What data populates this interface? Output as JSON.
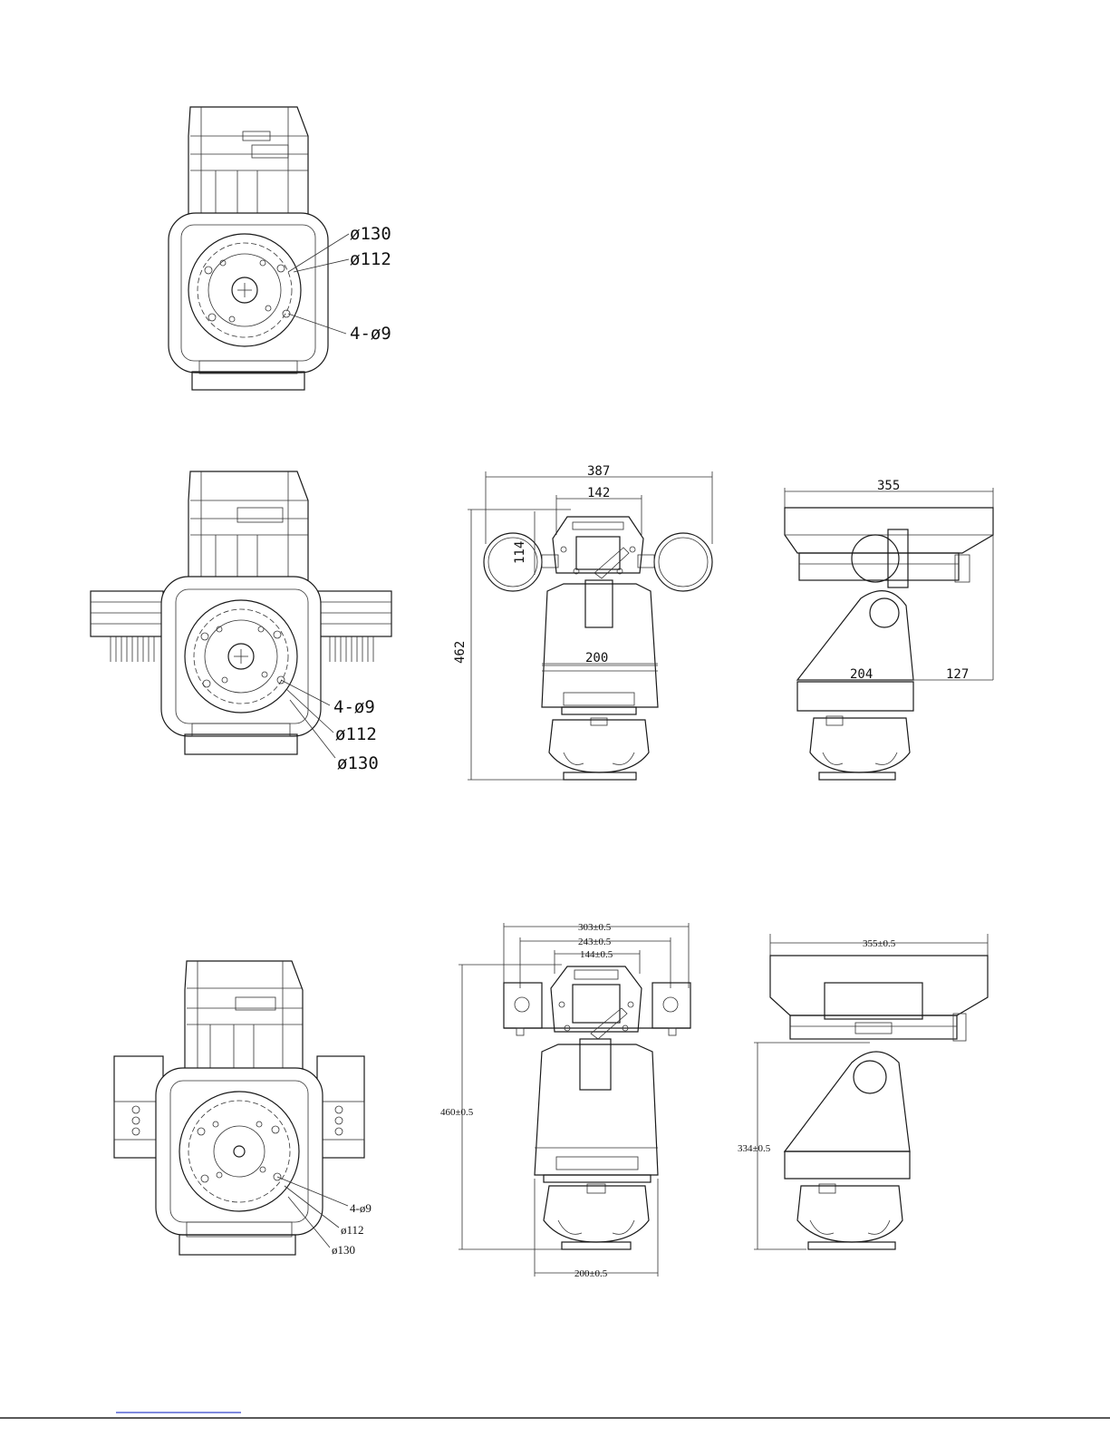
{
  "views": {
    "view1": {
      "d130": "ø130",
      "d112": "ø112",
      "holes": "4-ø9"
    },
    "view2": {
      "holes": "4-ø9",
      "d112": "ø112",
      "d130": "ø130"
    },
    "view3": {
      "width_total": "387",
      "width_housing": "142",
      "height_housing": "114",
      "width_body": "200",
      "height_total": "462"
    },
    "view4": {
      "length_total": "355",
      "base": "204",
      "offset": "127"
    },
    "view5": {
      "holes": "4-ø9",
      "d112": "ø112",
      "d130": "ø130"
    },
    "view6": {
      "w1": "303±0.5",
      "w2": "243±0.5",
      "w3": "144±0.5",
      "height": "460±0.5",
      "base": "200±0.5"
    },
    "view7": {
      "length": "355±0.5",
      "height": "334±0.5"
    }
  },
  "colors": {
    "line": "#1a1a1a",
    "footer_link": "#3344cc"
  }
}
